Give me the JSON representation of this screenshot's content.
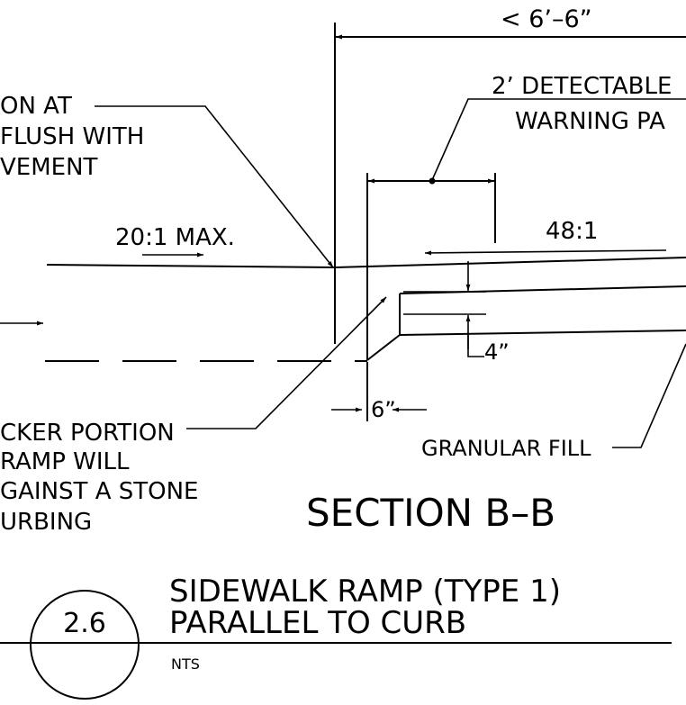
{
  "dimensions": {
    "overall_width": "< 6’–6”",
    "detectable_warning_line1": "2’ DETECTABLE",
    "detectable_warning_line2": "WARNING PA",
    "flush_note_line1": "ON AT",
    "flush_note_line2": "FLUSH WITH",
    "flush_note_line3": "VEMENT",
    "ramp_slope": "20:1 MAX.",
    "cross_slope": "48:1",
    "thickness": "4”",
    "curb_offset": "6”"
  },
  "notes": {
    "thicker_line1": "CKER PORTION",
    "thicker_line2": "RAMP WILL",
    "thicker_line3": "GAINST A STONE",
    "thicker_line4": "URBING",
    "granular_fill": "GRANULAR FILL"
  },
  "section": {
    "label": "SECTION B–B"
  },
  "title_block": {
    "detail_number": "2.6",
    "title_line1": "SIDEWALK RAMP (TYPE 1)",
    "title_line2": "PARALLEL TO CURB",
    "scale": "NTS"
  }
}
